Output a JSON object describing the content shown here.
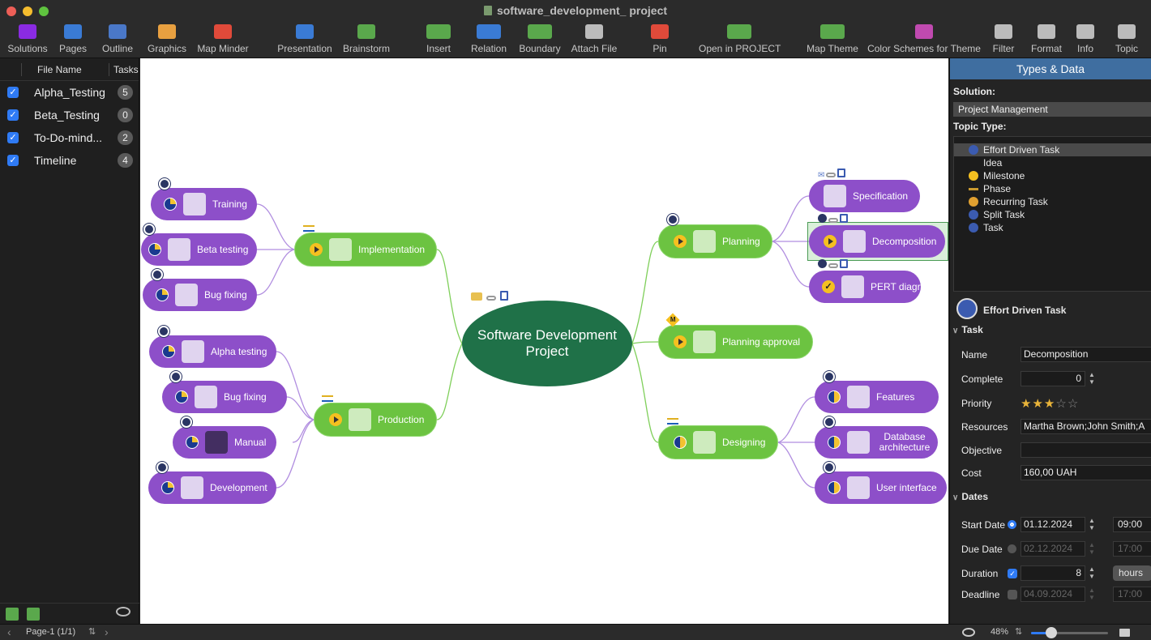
{
  "window": {
    "title": "software_development_ project"
  },
  "toolbar": [
    {
      "id": "solutions",
      "label": "Solutions",
      "icon": "solutions-icon",
      "color": "#8a2be2"
    },
    {
      "id": "pages",
      "label": "Pages",
      "icon": "pages-icon",
      "color": "#3a7bd5"
    },
    {
      "id": "outline",
      "label": "Outline",
      "icon": "outline-icon",
      "color": "#4a78c8"
    },
    {
      "id": "graphics",
      "label": "Graphics",
      "icon": "graphics-icon",
      "color": "#e8a040"
    },
    {
      "id": "map-minder",
      "label": "Map Minder",
      "icon": "map-minder-icon",
      "color": "#e04a3a"
    },
    {
      "id": "presentation",
      "label": "Presentation",
      "icon": "presentation-icon",
      "color": "#3a7bd5"
    },
    {
      "id": "brainstorm",
      "label": "Brainstorm",
      "icon": "brainstorm-icon",
      "color": "#5aa84c"
    },
    {
      "id": "insert",
      "label": "Insert",
      "icon": "insert-icon",
      "color": "#5aa84c",
      "menu": true
    },
    {
      "id": "relation",
      "label": "Relation",
      "icon": "relation-icon",
      "color": "#3a7bd5",
      "menu": true
    },
    {
      "id": "boundary",
      "label": "Boundary",
      "icon": "boundary-icon",
      "color": "#5aa84c",
      "menu": true
    },
    {
      "id": "attach-file",
      "label": "Attach File",
      "icon": "paperclip-icon",
      "color": "#bbbbbb"
    },
    {
      "id": "pin",
      "label": "Pin",
      "icon": "pin-icon",
      "color": "#e04a3a"
    },
    {
      "id": "open-in-project",
      "label": "Open in PROJECT",
      "icon": "open-in-project-icon",
      "color": "#5aa84c",
      "menu": true
    },
    {
      "id": "map-theme",
      "label": "Map Theme",
      "icon": "map-theme-icon",
      "color": "#5aa84c",
      "menu": true
    },
    {
      "id": "color-schemes",
      "label": "Color Schemes for Theme",
      "icon": "color-schemes-icon",
      "color": "#c04ab0"
    },
    {
      "id": "filter",
      "label": "Filter",
      "icon": "filter-icon",
      "color": "#bbbbbb"
    },
    {
      "id": "format",
      "label": "Format",
      "icon": "format-icon",
      "color": "#bbbbbb"
    },
    {
      "id": "info",
      "label": "Info",
      "icon": "info-icon",
      "color": "#bbbbbb"
    },
    {
      "id": "topic",
      "label": "Topic",
      "icon": "topic-icon",
      "color": "#bbbbbb"
    }
  ],
  "left_panel": {
    "col_file_name": "File Name",
    "col_tasks": "Tasks",
    "files": [
      {
        "name": "Alpha_Testing",
        "tasks": "5"
      },
      {
        "name": "Beta_Testing",
        "tasks": "0"
      },
      {
        "name": "To-Do-mind...",
        "tasks": "2"
      },
      {
        "name": "Timeline",
        "tasks": "4"
      }
    ],
    "check_mark": "✓"
  },
  "mindmap": {
    "center": "Software Development Project",
    "topics": [
      {
        "key": "implementation",
        "label": "Implementation"
      },
      {
        "key": "training",
        "label": "Training"
      },
      {
        "key": "beta-testing",
        "label": "Beta testing"
      },
      {
        "key": "bug-fixing-impl",
        "label": "Bug fixing"
      },
      {
        "key": "production",
        "label": "Production"
      },
      {
        "key": "alpha-testing",
        "label": "Alpha testing"
      },
      {
        "key": "bug-fixing-prod",
        "label": "Bug fixing"
      },
      {
        "key": "manual",
        "label": "Manual"
      },
      {
        "key": "development",
        "label": "Development"
      },
      {
        "key": "planning",
        "label": "Planning"
      },
      {
        "key": "specification",
        "label": "Specification"
      },
      {
        "key": "decomposition",
        "label": "Decomposition"
      },
      {
        "key": "pert-diagram",
        "label": "PERT diagram"
      },
      {
        "key": "planning-approval",
        "label": "Planning approval"
      },
      {
        "key": "designing",
        "label": "Designing"
      },
      {
        "key": "features",
        "label": "Features"
      },
      {
        "key": "database-architecture",
        "label": "Database architecture"
      },
      {
        "key": "user-interface",
        "label": "User interface"
      }
    ],
    "milestone_marker": "M",
    "done_mark": "✓"
  },
  "right_panel": {
    "title": "Types & Data",
    "solution_label": "Solution:",
    "solution_value": "Project Management",
    "topic_type_label": "Topic Type:",
    "topic_types": [
      {
        "name": "Effort Driven Task",
        "selected": true
      },
      {
        "name": "Idea"
      },
      {
        "name": "Milestone"
      },
      {
        "name": "Phase"
      },
      {
        "name": "Recurring Task"
      },
      {
        "name": "Split Task"
      },
      {
        "name": "Task"
      }
    ],
    "selected_type": "Effort Driven Task",
    "task_section": "Task",
    "fields": {
      "name_label": "Name",
      "name_value": "Decomposition",
      "complete_label": "Complete",
      "complete_value": "0",
      "priority_label": "Priority",
      "priority_value": 3,
      "priority_max": 5,
      "resources_label": "Resources",
      "resources_value": "Martha Brown;John Smith;A",
      "objective_label": "Objective",
      "objective_value": "",
      "cost_label": "Cost",
      "cost_value": "160,00 UAH"
    },
    "dates_section": "Dates",
    "dates": {
      "start_label": "Start Date",
      "start_date": "01.12.2024",
      "start_time": "09:00",
      "due_label": "Due Date",
      "due_date": "02.12.2024",
      "due_time": "17:00",
      "duration_label": "Duration",
      "duration_value": "8",
      "duration_unit": "hours",
      "deadline_label": "Deadline",
      "deadline_date": "04.09.2024",
      "deadline_time": "17:00"
    }
  },
  "status_bar": {
    "page": "Page-1 (1/1)",
    "zoom": "48%",
    "zoom_fraction": 0.26,
    "prev": "‹",
    "next": "›",
    "updown": "⇅"
  }
}
